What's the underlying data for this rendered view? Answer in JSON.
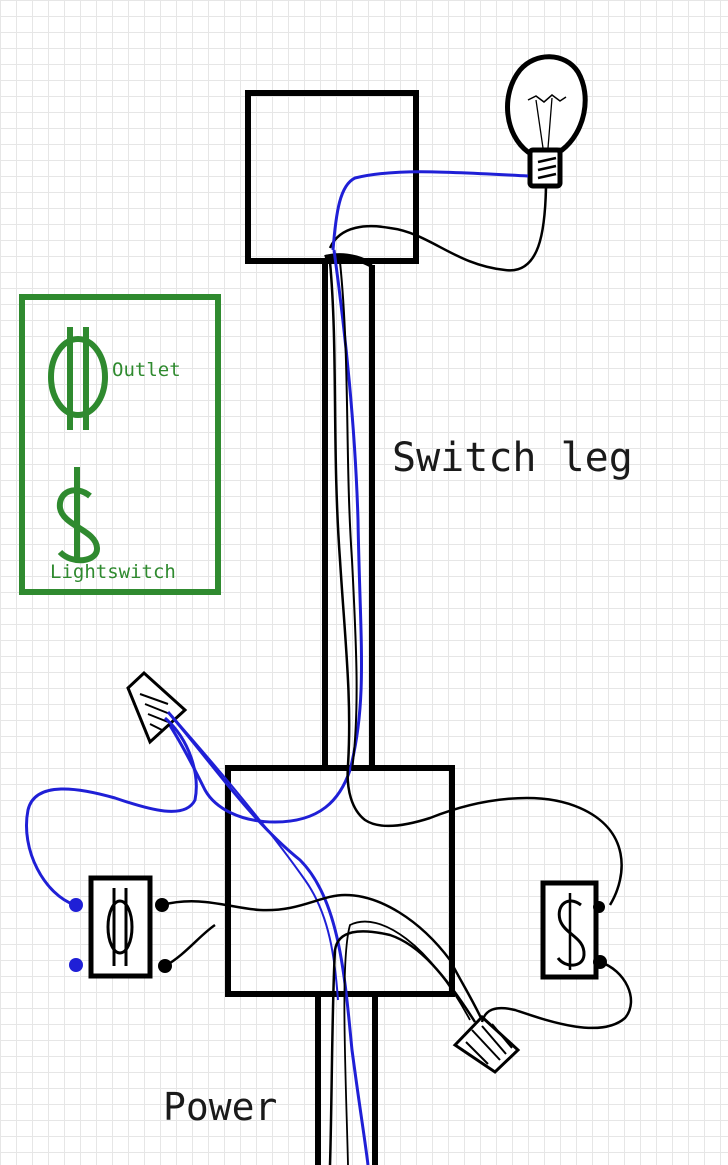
{
  "labels": {
    "switch_leg": "Switch leg",
    "power": "Power"
  },
  "legend": {
    "outlet_label": "Outlet",
    "lightswitch_label": "Lightswitch"
  },
  "colors": {
    "wire_black": "#000000",
    "wire_neutral": "#1f1fd6",
    "legend_green": "#2f8a2f",
    "grid": "#e6e6e6"
  },
  "icons": [
    "light-bulb-icon",
    "outlet-symbol-icon",
    "switch-symbol-icon",
    "wire-nut-icon"
  ]
}
